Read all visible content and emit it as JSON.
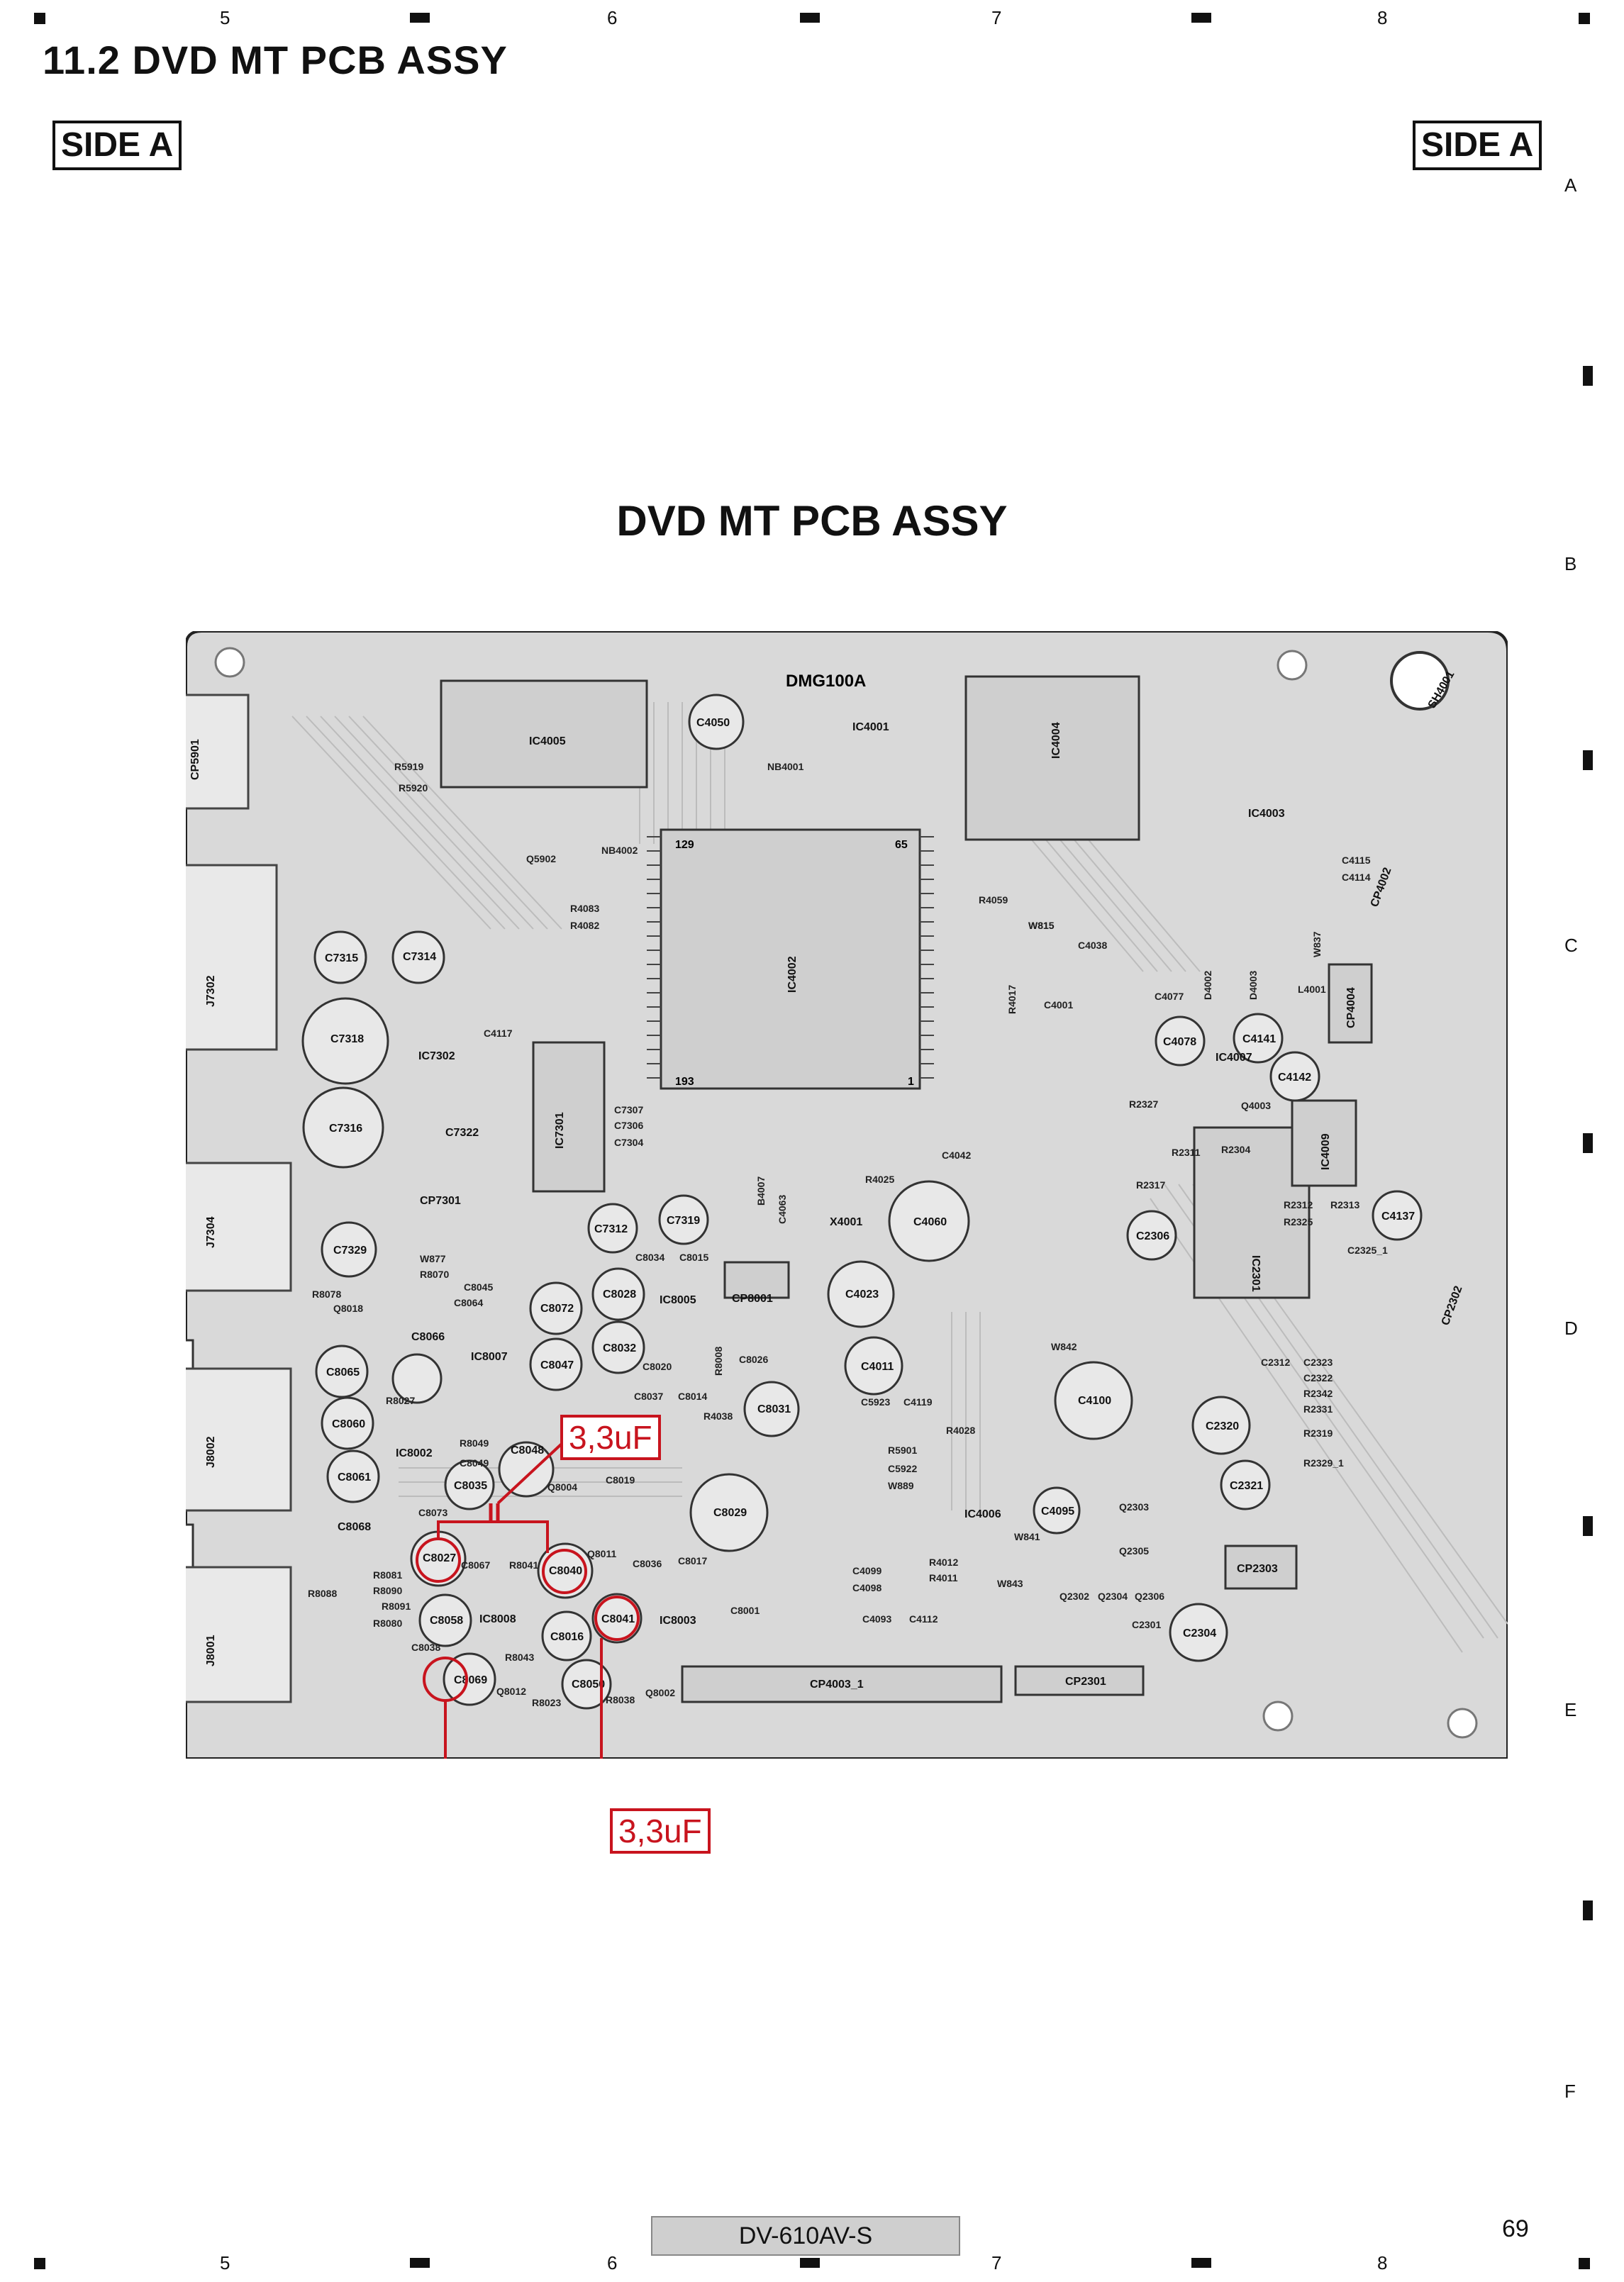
{
  "section_title": "11.2  DVD MT PCB ASSY",
  "side_label_left": "SIDE A",
  "side_label_right": "SIDE A",
  "board_title": "DVD MT PCB ASSY",
  "grid_columns": [
    "5",
    "6",
    "7",
    "8"
  ],
  "grid_rows": [
    "A",
    "B",
    "C",
    "D",
    "E",
    "F"
  ],
  "footer_model": "DV-610AV-S",
  "page_number": "69",
  "annotation_cap_1": "3,3uF",
  "annotation_cap_2": "3,3uF",
  "annotation_color": "#c8141e",
  "board_chip": "DMG100A",
  "pin_labels": [
    "129",
    "65",
    "193",
    "1"
  ],
  "components": [
    "CP5901",
    "J7302",
    "J7304",
    "J8002",
    "J8001",
    "IC4005",
    "C4050",
    "IC4001",
    "IC4004",
    "SH4001",
    "IC4002",
    "C7315",
    "C7314",
    "C7318",
    "IC7302",
    "C7316",
    "IC7301",
    "C7322",
    "CP7301",
    "C7329",
    "C7312",
    "C7319",
    "X4001",
    "C4060",
    "C4023",
    "C4011",
    "C4100",
    "IC4003",
    "CP4002",
    "CP4004",
    "C4078",
    "IC4007",
    "C4141",
    "C4142",
    "IC4009",
    "C4137",
    "C2306",
    "IC2301",
    "CP2302",
    "C2320",
    "C2321",
    "CP2303",
    "C2304",
    "C8065",
    "C8066",
    "C8060",
    "C8061",
    "C8068",
    "C8072",
    "C8028",
    "IC8005",
    "CP8001",
    "C8047",
    "C8032",
    "C8031",
    "C8048",
    "C8035",
    "C8029",
    "C8027",
    "C8040",
    "C8058",
    "IC8008",
    "C8016",
    "C8041",
    "IC8003",
    "C8069",
    "C8050",
    "CP4003_1",
    "CP2301",
    "IC4006",
    "C4095",
    "IC8002",
    "IC8007",
    "C8050"
  ],
  "small_labels": [
    "R5919",
    "R5920",
    "Q5902",
    "NB4001",
    "R4083",
    "R4082",
    "NB4002",
    "R4059",
    "W815",
    "C4038",
    "C4001",
    "R4017",
    "C4077",
    "D4002",
    "D4003",
    "L4001",
    "R2327",
    "Q4003",
    "C4042",
    "R4025",
    "B4007",
    "C4063",
    "C8034",
    "C8015",
    "C8045",
    "C8064",
    "R8078",
    "Q8018",
    "R8027",
    "C8020",
    "C8037",
    "C8014",
    "R4038",
    "C5923",
    "C4119",
    "R4028",
    "R5901",
    "C5922",
    "W889",
    "R8049",
    "Q8004",
    "C8019",
    "C8073",
    "C8067",
    "R8041",
    "Q8011",
    "C8036",
    "C8017",
    "C8001",
    "R8081",
    "R8090",
    "R8088",
    "R8091",
    "R8080",
    "C8038",
    "R8043",
    "Q8012",
    "R8023",
    "R8038",
    "Q8002",
    "C4099",
    "C4098",
    "C4093",
    "C4112",
    "R4012",
    "R4011",
    "W843",
    "Q2302",
    "Q2304",
    "Q2306",
    "Q2303",
    "Q2305",
    "C2301",
    "W841",
    "W842",
    "C2312",
    "C2323",
    "C2322",
    "R2342",
    "R2331",
    "R2319",
    "R2329_1",
    "R2312",
    "R2325",
    "R2313",
    "C2325_1",
    "R2317",
    "R2311",
    "R2304",
    "W877",
    "R8070",
    "C7307",
    "C7306",
    "C7304",
    "C4117",
    "W837",
    "C4115",
    "C4114",
    "W815",
    "C8026",
    "R8008",
    "C8049"
  ]
}
